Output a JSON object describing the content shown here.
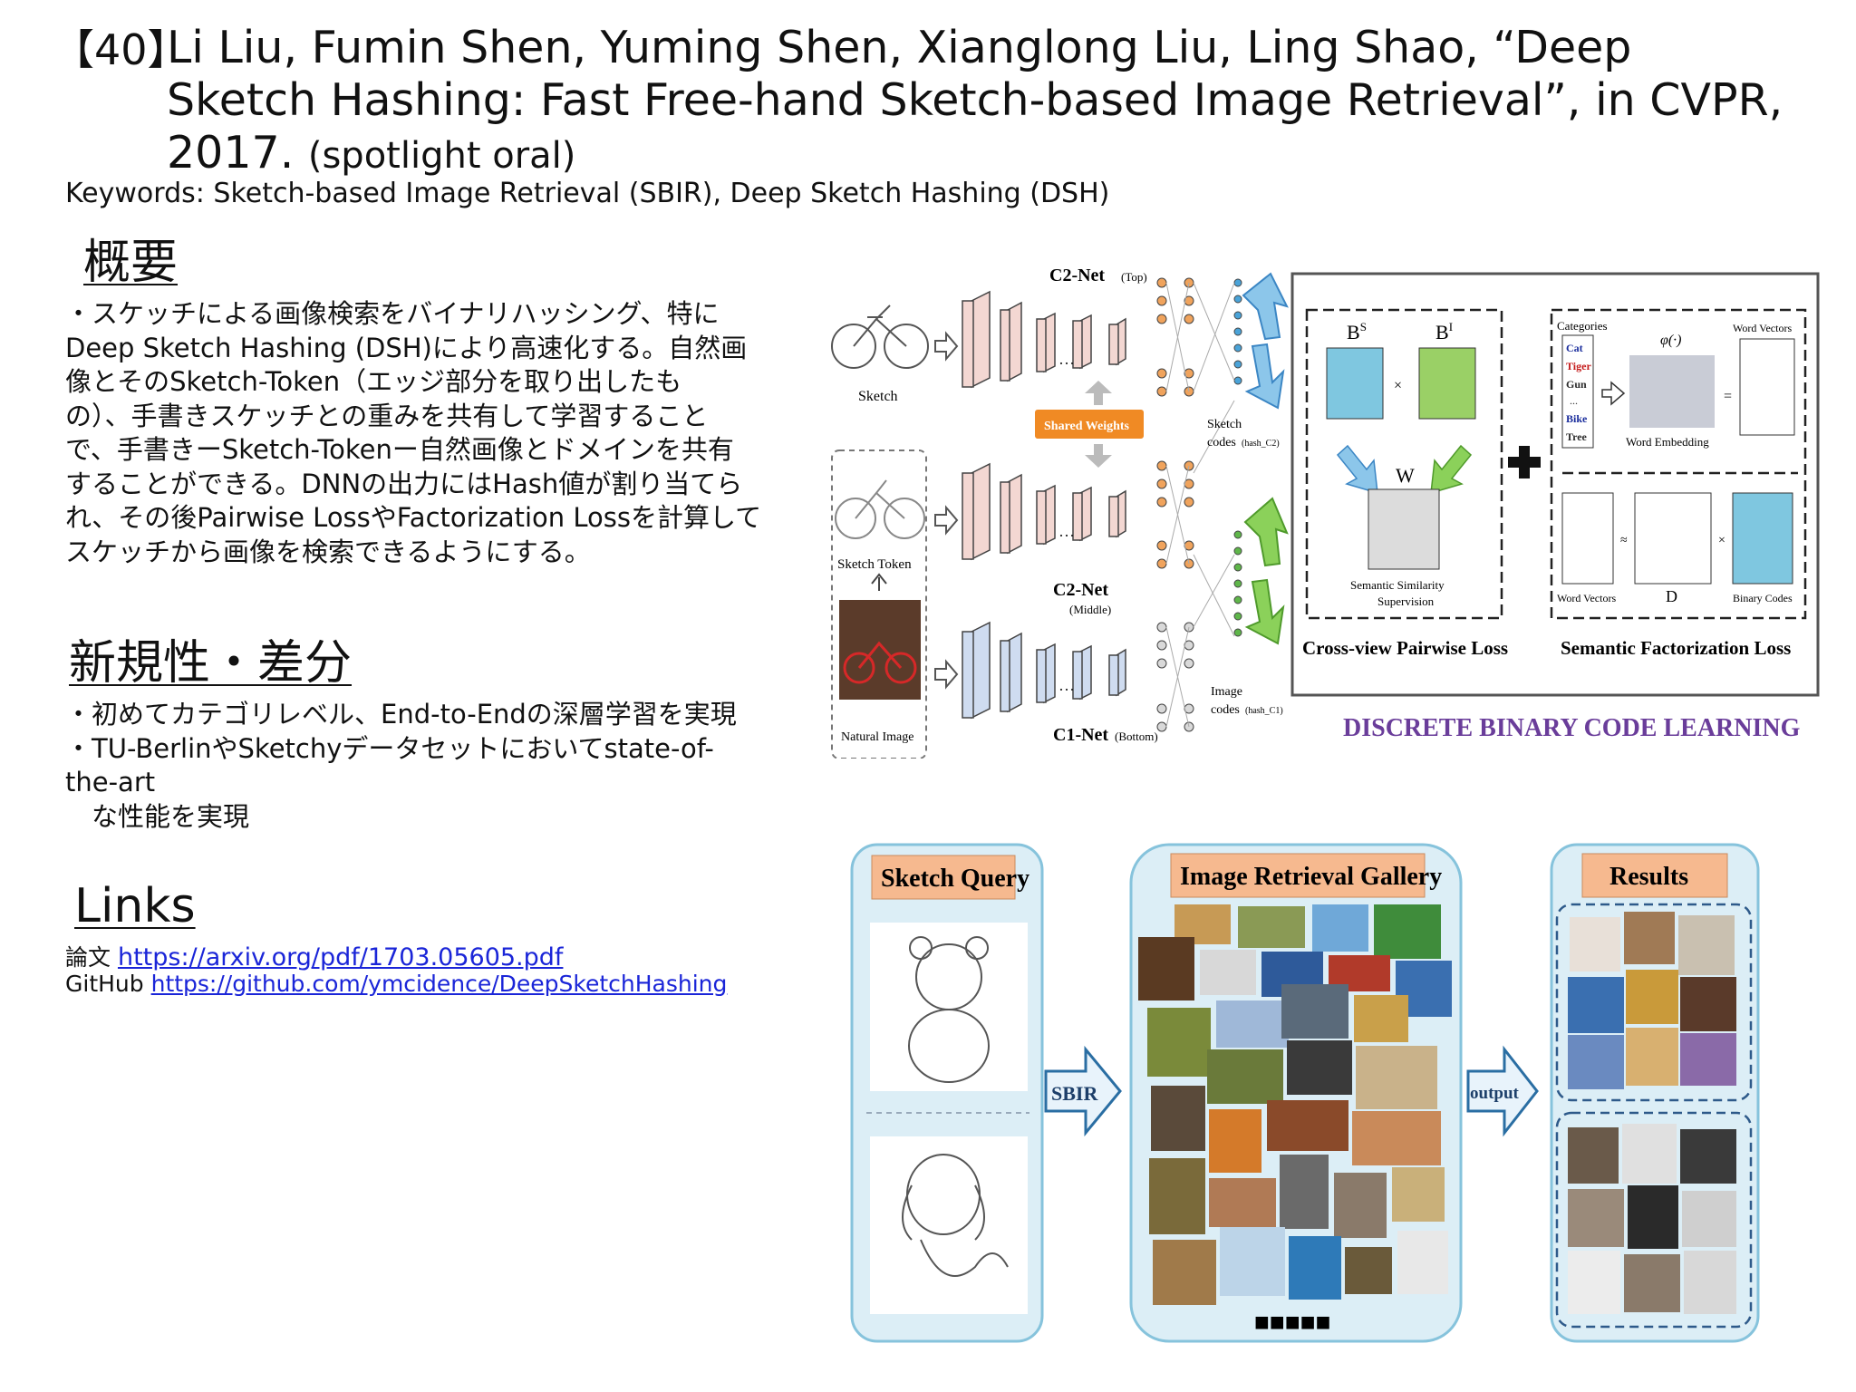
{
  "header": {
    "ref_number": "【40】",
    "title_line1": "Li Liu, Fumin Shen, Yuming Shen, Xianglong Liu, Ling Shao, “Deep",
    "title_line2": "Sketch Hashing: Fast Free-hand Sketch-based Image Retrieval”, in CVPR,",
    "title_line3": "2017.",
    "title_note": "(spotlight oral)",
    "keywords": "Keywords: Sketch-based Image Retrieval (SBIR), Deep Sketch Hashing (DSH)"
  },
  "summary": {
    "heading": "概要",
    "lines": [
      "・スケッチによる画像検索をバイナリハッシング、特に",
      "Deep Sketch Hashing (DSH)により高速化する。自然画",
      "像とそのSketch-Token（エッジ部分を取り出したも",
      "の）、手書きスケッチとの重みを共有して学習すること",
      "で、手書きーSketch-Tokenー自然画像とドメインを共有",
      "することができる。DNNの出力にはHash値が割り当てら",
      "れ、その後Pairwise LossやFactorization Lossを計算して",
      "スケッチから画像を検索できるようにする。"
    ]
  },
  "novelty": {
    "heading": "新規性・差分",
    "lines": [
      "・初めてカテゴリレベル、End-to-Endの深層学習を実現",
      "・TU-BerlinやSketchyデータセットにおいてstate-of-",
      "the-art",
      "　な性能を実現"
    ]
  },
  "links": {
    "heading": "Links",
    "paper_label": "論文",
    "paper_url": "https://arxiv.org/pdf/1703.05605.pdf",
    "github_label": "GitHub",
    "github_url": "https://github.com/ymcidence/DeepSketchHashing"
  },
  "figure_architecture": {
    "c2_top": "C2-Net",
    "c2_top_sub": "(Top)",
    "c2_middle": "C2-Net",
    "c2_middle_sub": "(Middle)",
    "c1_bottom": "C1-Net",
    "c1_bottom_sub": "(Bottom)",
    "shared_weights": "Shared Weights",
    "sketch": "Sketch",
    "sketch_token": "Sketch Token",
    "natural_image": "Natural Image",
    "sketch_codes": "Sketch",
    "sketch_codes_2": "codes",
    "sketch_codes_sub": "(hash_C2)",
    "image_codes": "Image",
    "image_codes_2": "codes",
    "image_codes_sub": "(hash_C1)",
    "bs": "B",
    "bs_sup": "S",
    "bi": "B",
    "bi_sup": "I",
    "w": "W",
    "semantic_similarity": "Semantic Similarity",
    "supervision": "Supervision",
    "categories": "Categories",
    "category_items": [
      "Cat",
      "Tiger",
      "Gun",
      "...",
      "Bike",
      "Tree"
    ],
    "phi": "φ(·)",
    "word_vectors_top": "Word Vectors",
    "word_embedding": "Word Embedding",
    "word_vectors_bottom": "Word Vectors",
    "d": "D",
    "binary_codes": "Binary Codes",
    "cross_view_loss": "Cross-view Pairwise Loss",
    "semantic_factorization_loss": "Semantic Factorization Loss",
    "discrete_binary": "DISCRETE BINARY CODE LEARNING",
    "colors": {
      "sketch_net": "#f3d7d2",
      "image_net": "#cfdcf0",
      "arrow_blue": "#6aaed6",
      "arrow_green": "#7cc242",
      "shared_weights_bg": "#f08a24",
      "discrete_text": "#6a3d9a"
    }
  },
  "figure_retrieval": {
    "sketch_query": "Sketch Query",
    "gallery": "Image Retrieval Gallery",
    "results": "Results",
    "sbir": "SBIR",
    "output": "output",
    "colors": {
      "panel_bg": "#dceef6",
      "panel_border": "#86c3dc",
      "label_bg": "#f6b98f"
    }
  }
}
